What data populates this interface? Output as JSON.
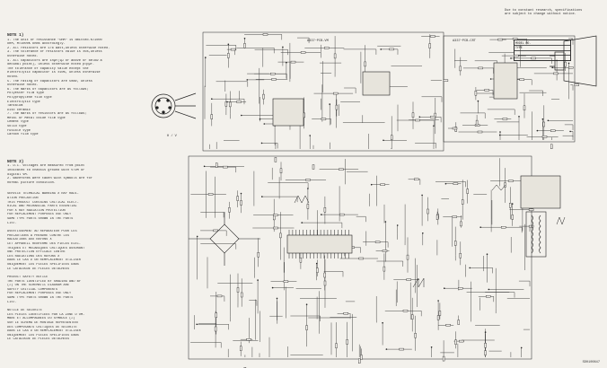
{
  "notes_title": "NOTE  1)",
  "notes": [
    "1. The unit of resistance \"OHM\" is omitted.K=1000",
    "   OHM, M=1000K ohms accordingly.",
    "2. All resistors are 1/6 watt,unless otherwise noted.",
    "3. The tolerance of resistors value is ±5%,unless",
    "   otherwise noted.",
    "4. All capacitors are inµF(1µ or above or below a",
    "   decimal point), unless otherwise noted p=pµF.",
    "   The tolerance of capacity value except the",
    "   electrolytic capacitor is ±10%, unless otherwise",
    "   noted.",
    "5. The rating of capacitors are 50WV, unless",
    "   otherwise noted.",
    "6. The marks of capacitors are as follows;",
    "   Polyester film type",
    "   Polypropylene film type",
    "   Electrolytic type",
    "   Tantalum",
    "   Disc ceramic",
    "7. The marks of resistors are as follows;",
    "   Metal or Metal oxide film type",
    "   Cement type",
    "   Solid type",
    "   Fusible type",
    "   Carbon film type"
  ],
  "notes2_title": "NOTE  2)",
  "notes2": [
    "1. D.C. voltages are measured from point",
    "   indicated to chassis ground with VTVM  or",
    "   digital VM.",
    "2. Waveforms were taken with symbols are for",
    "   normal picture condition."
  ],
  "warnings": [
    "SERVICE TECHNICAL WARNING X RAY RADI-",
    "ATION PRECAUTION",
    "THIS PRODUCT CONTAINS CRITICAL ELECT-",
    "RICAL AND MECHANICAL PARTS ESSENTIAL",
    "FOR X RAY RADIATION PROTECTION",
    "FOR REPLACEMENT PURPOSES USE ONLY",
    "SAME TYPE PARTS SHOWN IN THE PARTS",
    "LIST."
  ],
  "avert": [
    "AVERTISSEMENT AU REPARATEUR POUR LES",
    "PRECAUTIONS A PRENDRE CONTRE LES",
    "RADIATIONS AUX RAYONS X",
    "CET APPAREIL RENFERME DES PIECES ELEC-",
    "TRIQUES ET MECANIQUES CRITIQUES ASSURANT",
    "UNE PROTECTION EFFICACE CONTRE",
    "LES RADIATIONS DES RAYONS X",
    "DANS LE CAS D UN REMPLACEMENT UTILISER",
    "UNIQUEMENT LES PIECES SPECIFIEES DANS",
    "LE CATALOGUE DE PIECES DETACHEES"
  ],
  "safety": [
    "PRODUCT SAFETY NOTICE",
    "THE PARTS IDENTIFIED BY SHADING AND BY",
    "(⚠) ON THE SCHEMATIC DIAGRAM ARE",
    "SAFETY CRITICAL COMPONENTS",
    "FOR REPLACEMENT PURPOSES USE ONLY",
    "SAME TYPE PARTS SHOWN IN THE PARTS",
    "LIST."
  ],
  "securite": [
    "NOTICE DE SECURITE",
    "LES PIECES IDENTIFIEES PAR LA ZONE D OM-",
    "MBRE ET ACCOMPAGNEES DU SYMBOLE (⚠)",
    "SUR LE SCHEMA DE MONTAGE REPRESENTENT",
    "DES COMPOSANTS CRITIQUES DE SECURITE",
    "DANS LE CAS D UN REMPLACEMENT UTILISER",
    "UNIQUEMENT LES PIECES SPECIFIEES DANS",
    "LE CATALOGUE DE PIECES DETACHEES"
  ],
  "spec_notice": [
    "Due to constant research, specifications",
    "are subject to change without notice."
  ],
  "model_table": [
    "MODEL NO.",
    "TYPE",
    "",
    ""
  ],
  "board_labels": {
    "pcb_vm": "A337−PCB-VM",
    "pcb_main": "A337−PCB-CRT",
    "av_label": "H / V",
    "doc_no": "SD0100847"
  }
}
